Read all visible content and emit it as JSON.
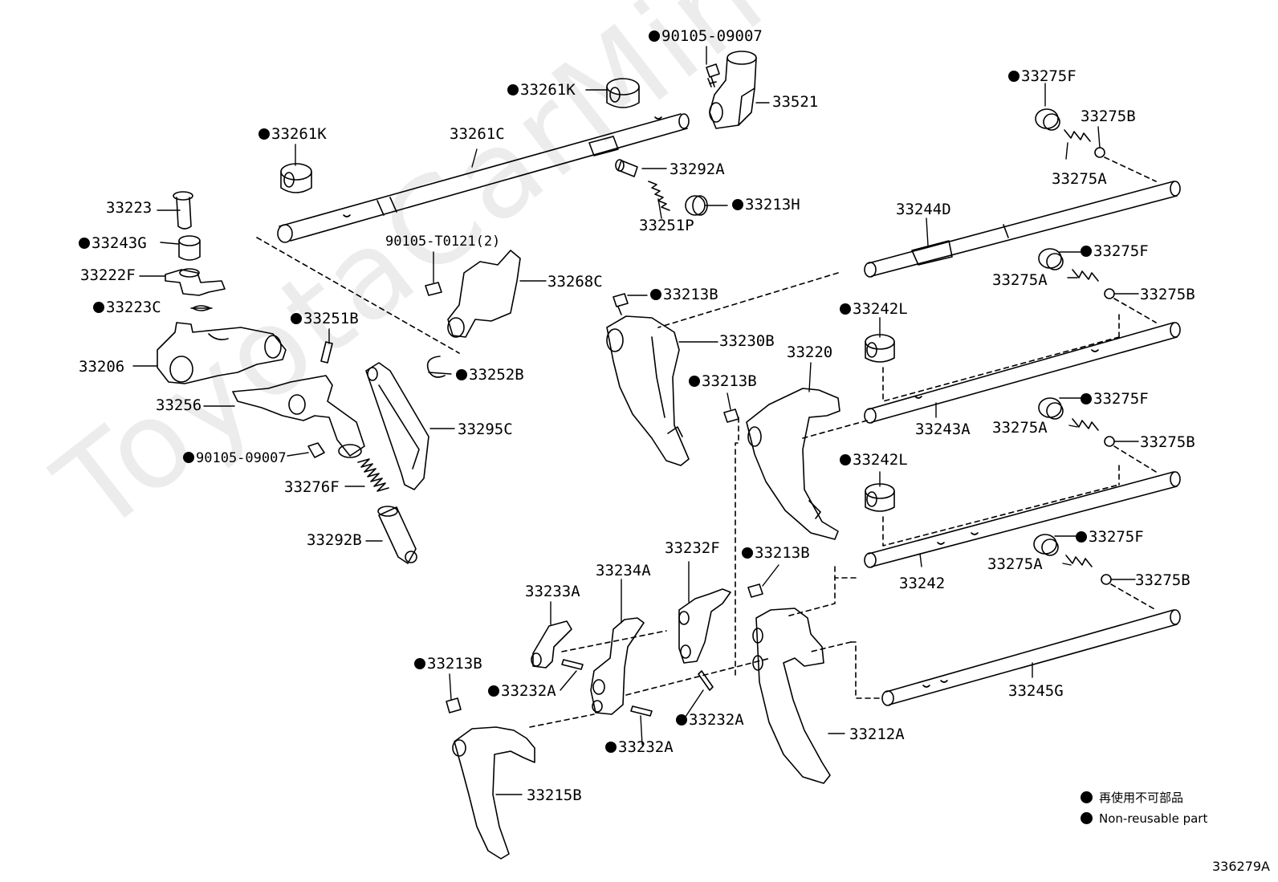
{
  "watermark": "ToyotaCarMine.ru",
  "document_id": "336279A",
  "legend": {
    "row1": "再使用不可部品",
    "row2": "Non-reusable part"
  },
  "labels": {
    "l_90105_09007_top": "90105-09007",
    "l_33261K_a": "33261K",
    "l_33521": "33521",
    "l_33275F_a": "33275F",
    "l_33261K_b": "33261K",
    "l_33261C": "33261C",
    "l_33275B_a": "33275B",
    "l_33292A": "33292A",
    "l_33275A_a": "33275A",
    "l_33223": "33223",
    "l_33213H": "33213H",
    "l_33251P": "33251P",
    "l_33244D": "33244D",
    "l_33243G": "33243G",
    "l_90105_T0121": "90105-T0121(2)",
    "l_33275F_b": "33275F",
    "l_33222F": "33222F",
    "l_33268C": "33268C",
    "l_33275A_b": "33275A",
    "l_33213B_a": "33213B",
    "l_33275B_b": "33275B",
    "l_33223C": "33223C",
    "l_33251B": "33251B",
    "l_33242L_a": "33242L",
    "l_33230B": "33230B",
    "l_33220": "33220",
    "l_33206": "33206",
    "l_33252B": "33252B",
    "l_33213B_b": "33213B",
    "l_33256": "33256",
    "l_33275F_c": "33275F",
    "l_33295C": "33295C",
    "l_33243A": "33243A",
    "l_33275A_c": "33275A",
    "l_90105_09007_b": "90105-09007",
    "l_33275B_c": "33275B",
    "l_33242L_b": "33242L",
    "l_33276F": "33276F",
    "l_33292B": "33292B",
    "l_33232F": "33232F",
    "l_33213B_c": "33213B",
    "l_33275F_d": "33275F",
    "l_33234A": "33234A",
    "l_33242": "33242",
    "l_33275A_d": "33275A",
    "l_33233A": "33233A",
    "l_33275B_d": "33275B",
    "l_33213B_d": "33213B",
    "l_33232A_a": "33232A",
    "l_33245G": "33245G",
    "l_33232A_b": "33232A",
    "l_33212A": "33212A",
    "l_33232A_c": "33232A",
    "l_33215B": "33215B"
  }
}
